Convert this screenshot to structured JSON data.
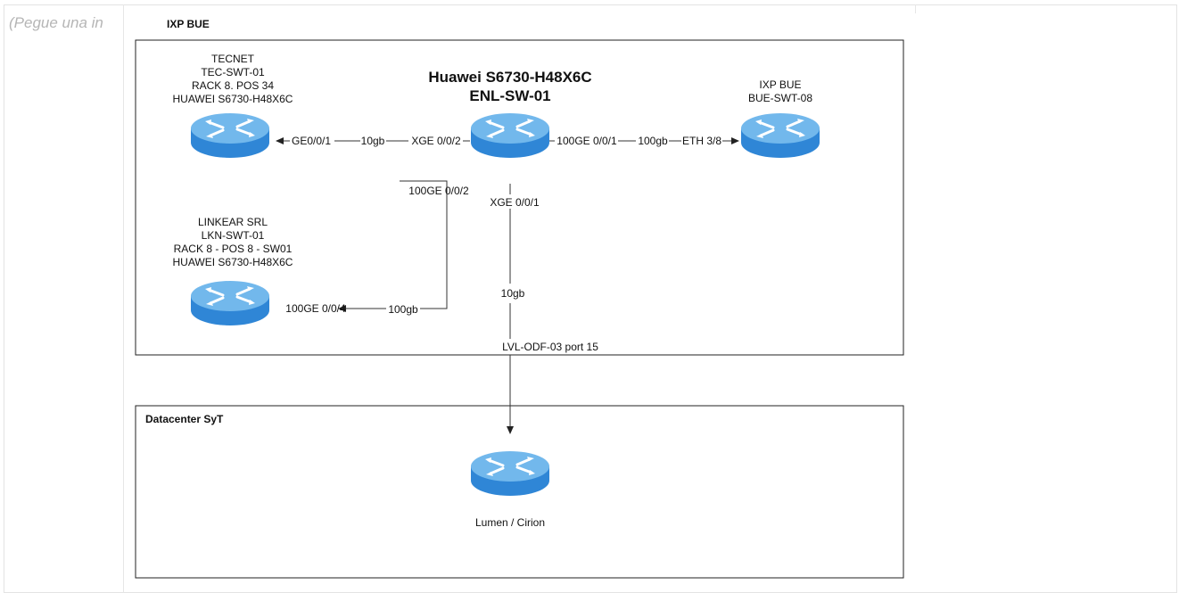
{
  "note_text": "(Pegue una in",
  "diagram": {
    "zones": {
      "ixp": "IXP BUE",
      "datacenter": "Datacenter SyT"
    },
    "core": {
      "model": "Huawei S6730-H48X6C",
      "hostname": "ENL-SW-01"
    },
    "tecnet": [
      "TECNET",
      "TEC-SWT-01",
      "RACK 8. POS 34",
      "HUAWEI S6730-H48X6C"
    ],
    "ixp_peer": [
      "IXP BUE",
      "BUE-SWT-08"
    ],
    "linkear": [
      "LINKEAR SRL",
      "LKN-SWT-01",
      "RACK 8 - POS 8 - SW01",
      "HUAWEI S6730-H48X6C"
    ],
    "lumen": "Lumen / Cirion",
    "ports": {
      "tec_ge": "GE0/0/1",
      "tec_speed": "10gb",
      "core_xge_002": "XGE 0/0/2",
      "core_100ge_001": "100GE 0/0/1",
      "ixp_speed": "100gb",
      "ixp_eth": "ETH 3/8",
      "core_100ge_002": "100GE 0/0/2",
      "core_xge_001": "XGE 0/0/1",
      "lkn_100ge": "100GE 0/0/4",
      "lkn_speed": "100gb",
      "lumen_speed": "10gb",
      "odf": "LVL-ODF-03 port 15"
    },
    "colors": {
      "router_top": "#6fb5ea",
      "router_side": "#2f86d6",
      "line": "#333333"
    }
  }
}
